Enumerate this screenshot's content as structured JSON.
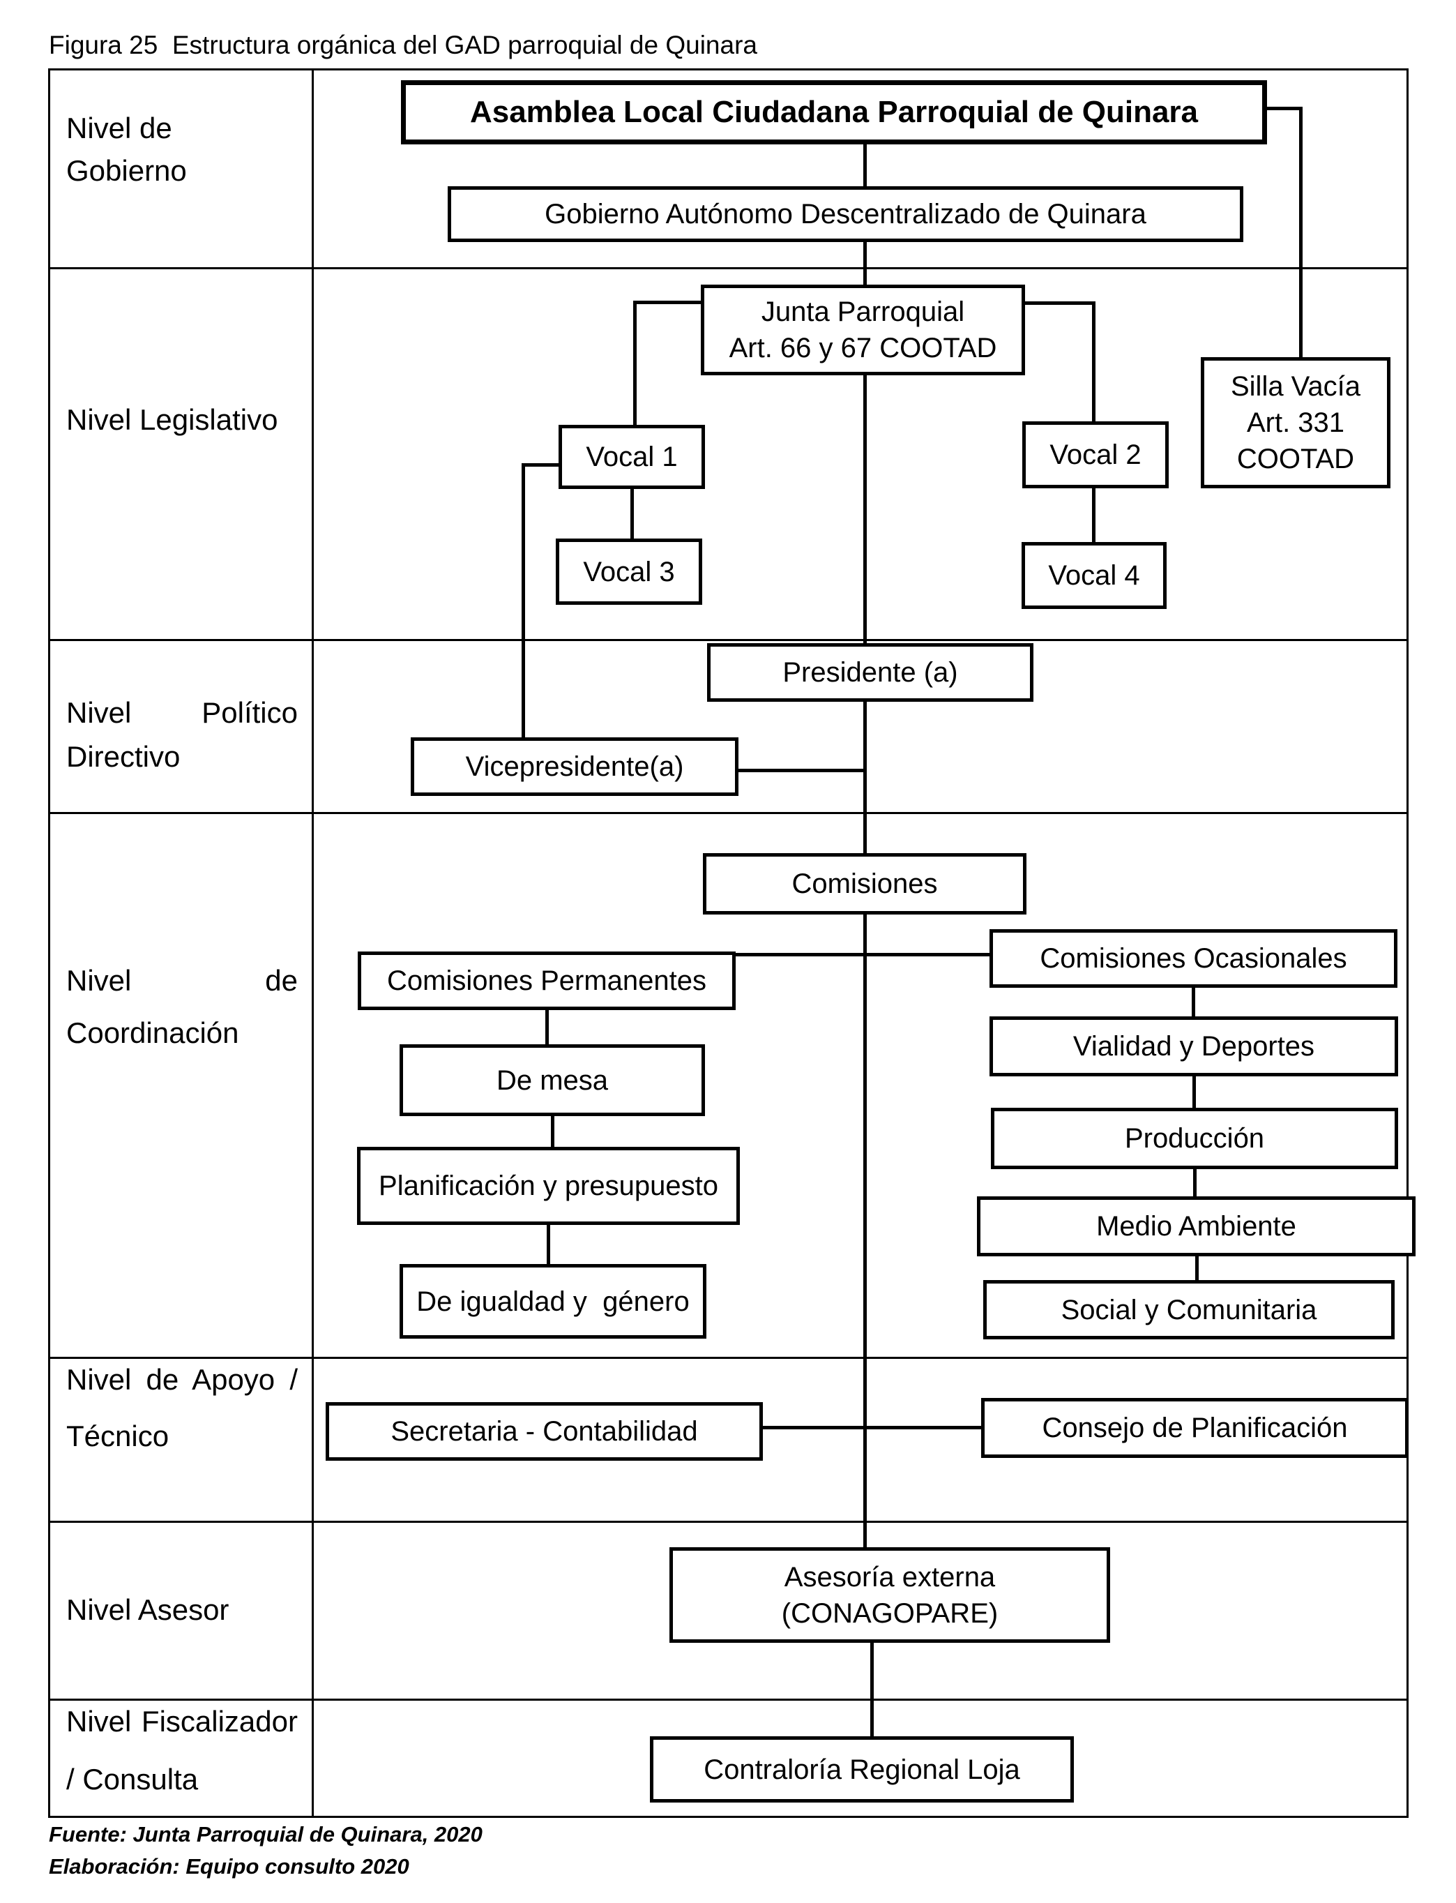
{
  "title": "Figura 25  Estructura orgánica del GAD parroquial de Quinara",
  "colors": {
    "line": "#000000",
    "background": "#ffffff",
    "text": "#000000"
  },
  "levels": {
    "gobierno": [
      "Nivel de",
      "Gobierno"
    ],
    "legislativo": [
      "Nivel Legislativo"
    ],
    "politico_directivo": [
      "Nivel Político",
      "Directivo"
    ],
    "coordinacion": [
      "Nivel de",
      "Coordinación"
    ],
    "apoyo_tecnico": [
      "Nivel de Apoyo /",
      "Técnico"
    ],
    "asesor": [
      "Nivel Asesor"
    ],
    "fiscalizador_consulta": [
      "Nivel Fiscalizador",
      "/ Consulta"
    ]
  },
  "org": {
    "asamblea": [
      "Asamblea Local Ciudadana Parroquial de Quinara"
    ],
    "gad": [
      "Gobierno Autónomo Descentralizado de Quinara"
    ],
    "junta": [
      "Junta Parroquial",
      "Art. 66 y 67 COOTAD"
    ],
    "silla_vacia": [
      "Silla Vacía",
      "Art. 331",
      "COOTAD"
    ],
    "vocal1": [
      "Vocal 1"
    ],
    "vocal2": [
      "Vocal 2"
    ],
    "vocal3": [
      "Vocal 3"
    ],
    "vocal4": [
      "Vocal 4"
    ],
    "presidente": [
      "Presidente (a)"
    ],
    "vicepresidente": [
      "Vicepresidente(a)"
    ],
    "comisiones": [
      "Comisiones"
    ],
    "comisiones_permanentes": [
      "Comisiones Permanentes"
    ],
    "comisiones_ocasionales": [
      "Comisiones Ocasionales"
    ],
    "de_mesa": [
      "De mesa"
    ],
    "vialidad_deportes": [
      "Vialidad y Deportes"
    ],
    "planificacion_presupuesto": [
      "Planificación y presupuesto"
    ],
    "produccion": [
      "Producción"
    ],
    "medio_ambiente": [
      "Medio Ambiente"
    ],
    "igualdad_genero": [
      "De igualdad y  género"
    ],
    "social_comunitaria": [
      "Social y Comunitaria"
    ],
    "secretaria_contabilidad": [
      "Secretaria - Contabilidad"
    ],
    "consejo_planificacion": [
      "Consejo de Planificación"
    ],
    "asesoria_externa": [
      "Asesoría externa",
      "(CONAGOPARE)"
    ],
    "contraloria": [
      "Contraloría Regional Loja"
    ]
  },
  "footer": {
    "fuente": "Fuente: Junta Parroquial de Quinara, 2020",
    "elaboracion": "Elaboración: Equipo consulto 2020"
  }
}
